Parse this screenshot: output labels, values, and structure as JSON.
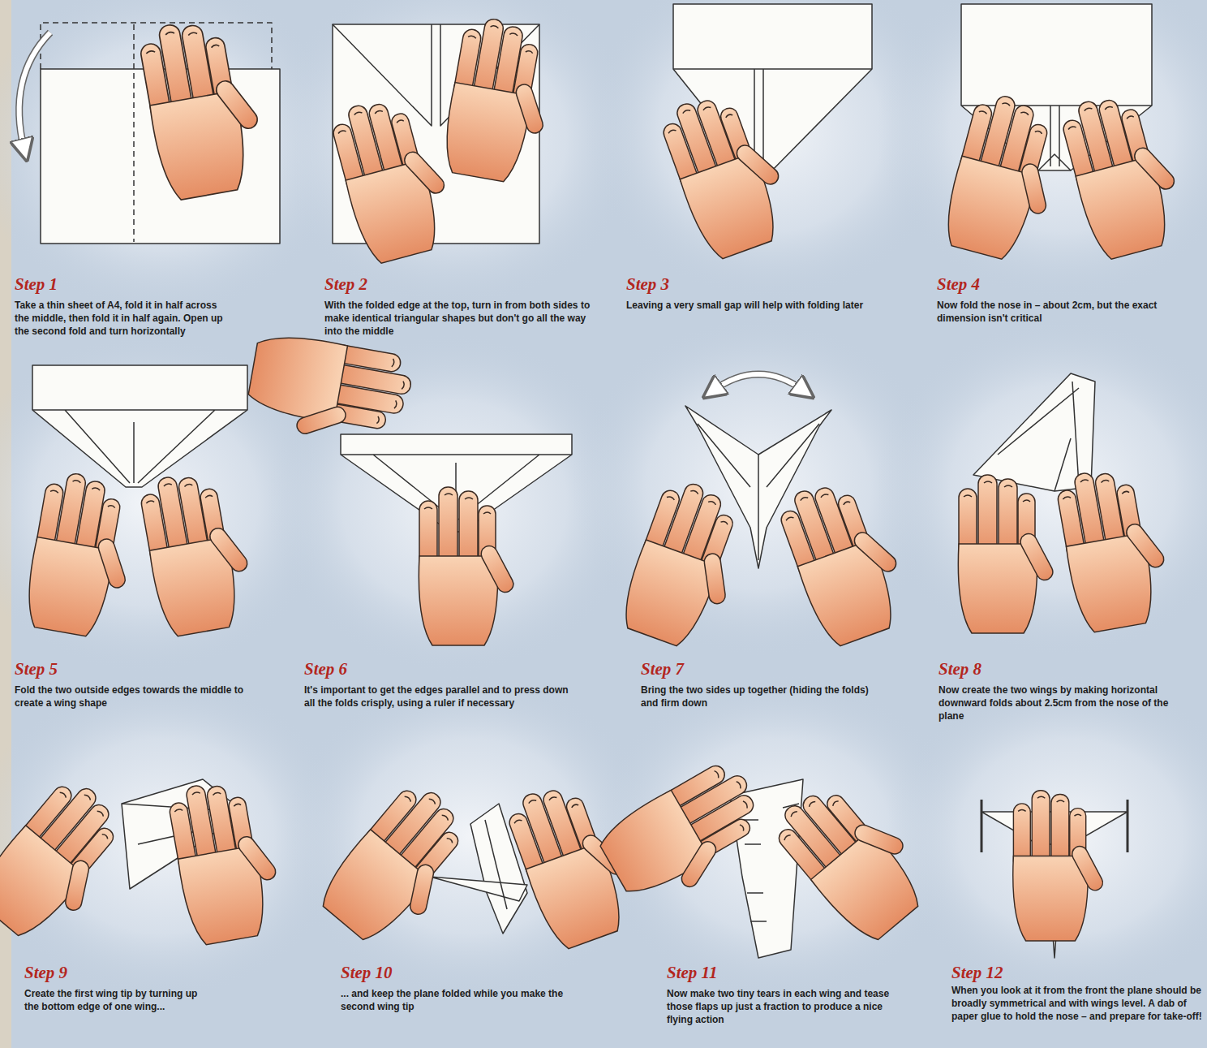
{
  "diagram": {
    "labels": [
      "Step 1",
      "Take a thin sheet of A4, fold it in half across the middle, then fold it in half again. Open up the second fold and turn horizontally",
      "Step 2",
      "With the folded edge at the top, turn in from both sides to make identical triangular shapes but don't go all the way into the middle",
      "Step 3",
      "Leaving a very small gap will help with folding later",
      "Step 4",
      "Now fold the nose in – about 2cm, but the exact dimension isn't critical",
      "Step 5",
      "Fold the two outside edges towards the middle to create a wing shape",
      "Step 6",
      "It's important to get the edges parallel and to press down all the folds crisply, using a ruler if necessary",
      "Step 7",
      "Bring the two sides up together (hiding the folds) and firm down",
      "Step 8",
      "Now create the two wings by making horizontal downward folds about 2.5cm from the nose of the plane",
      "Step 9",
      "Create the first wing tip by turning up the bottom edge of one wing...",
      "Step 10",
      "... and keep the plane folded while you make the second wing tip",
      "Step 11",
      "Now make two tiny tears in each wing and tease those flaps up just a fraction to produce a nice flying action",
      "Step 12",
      "When you look at it from the front the plane should be broadly symmetrical and with wings level. A dab of paper glue to hold the nose – and prepare for take-off!"
    ]
  }
}
